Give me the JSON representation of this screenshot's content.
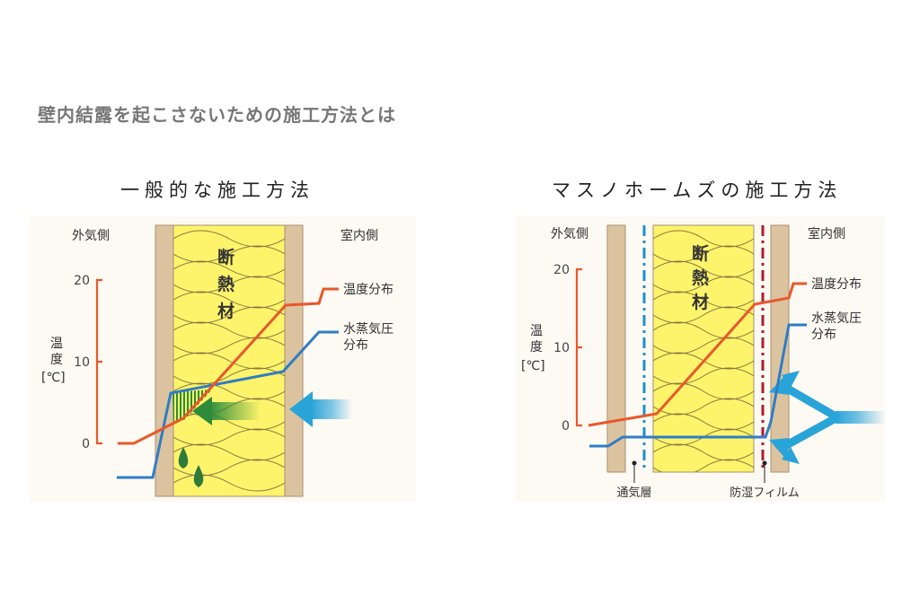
{
  "page_title": "壁内結露を起こさないための施工方法とは",
  "panels": [
    {
      "heading": "一般的な施工方法",
      "outside_label": "外気側",
      "inside_label": "室内側",
      "insulation_label": [
        "断",
        "熱",
        "材"
      ],
      "axis_label": [
        "温",
        "度",
        "[℃]"
      ],
      "ticks": [
        "20",
        "10",
        "0"
      ],
      "temp_label": "温度分布",
      "vapor_label": [
        "水蒸気圧",
        "分布"
      ]
    },
    {
      "heading": "マスノホームズの施工方法",
      "outside_label": "外気側",
      "inside_label": "室内側",
      "insulation_label": [
        "断",
        "熱",
        "材"
      ],
      "axis_label": [
        "温",
        "度",
        "[℃]"
      ],
      "ticks": [
        "20",
        "10",
        "0"
      ],
      "temp_label": "温度分布",
      "vapor_label": [
        "水蒸気圧",
        "分布"
      ],
      "air_layer_label": "通気層",
      "film_label": "防湿フィルム"
    }
  ],
  "colors": {
    "panel_bg": "#fdf9f3",
    "board": "#dcc39f",
    "insulation": "#fdf46b",
    "temperature": "#e8582c",
    "vapor": "#2f7dc4",
    "arrow": "#29a4d8",
    "condensation": "#2e8b3a",
    "air_layer_line": "#1f8fcf",
    "film_line": "#b01c2e"
  },
  "icons": [
    "arrow-left-icon",
    "water-drop-icon",
    "blocked-arrow-icon"
  ]
}
